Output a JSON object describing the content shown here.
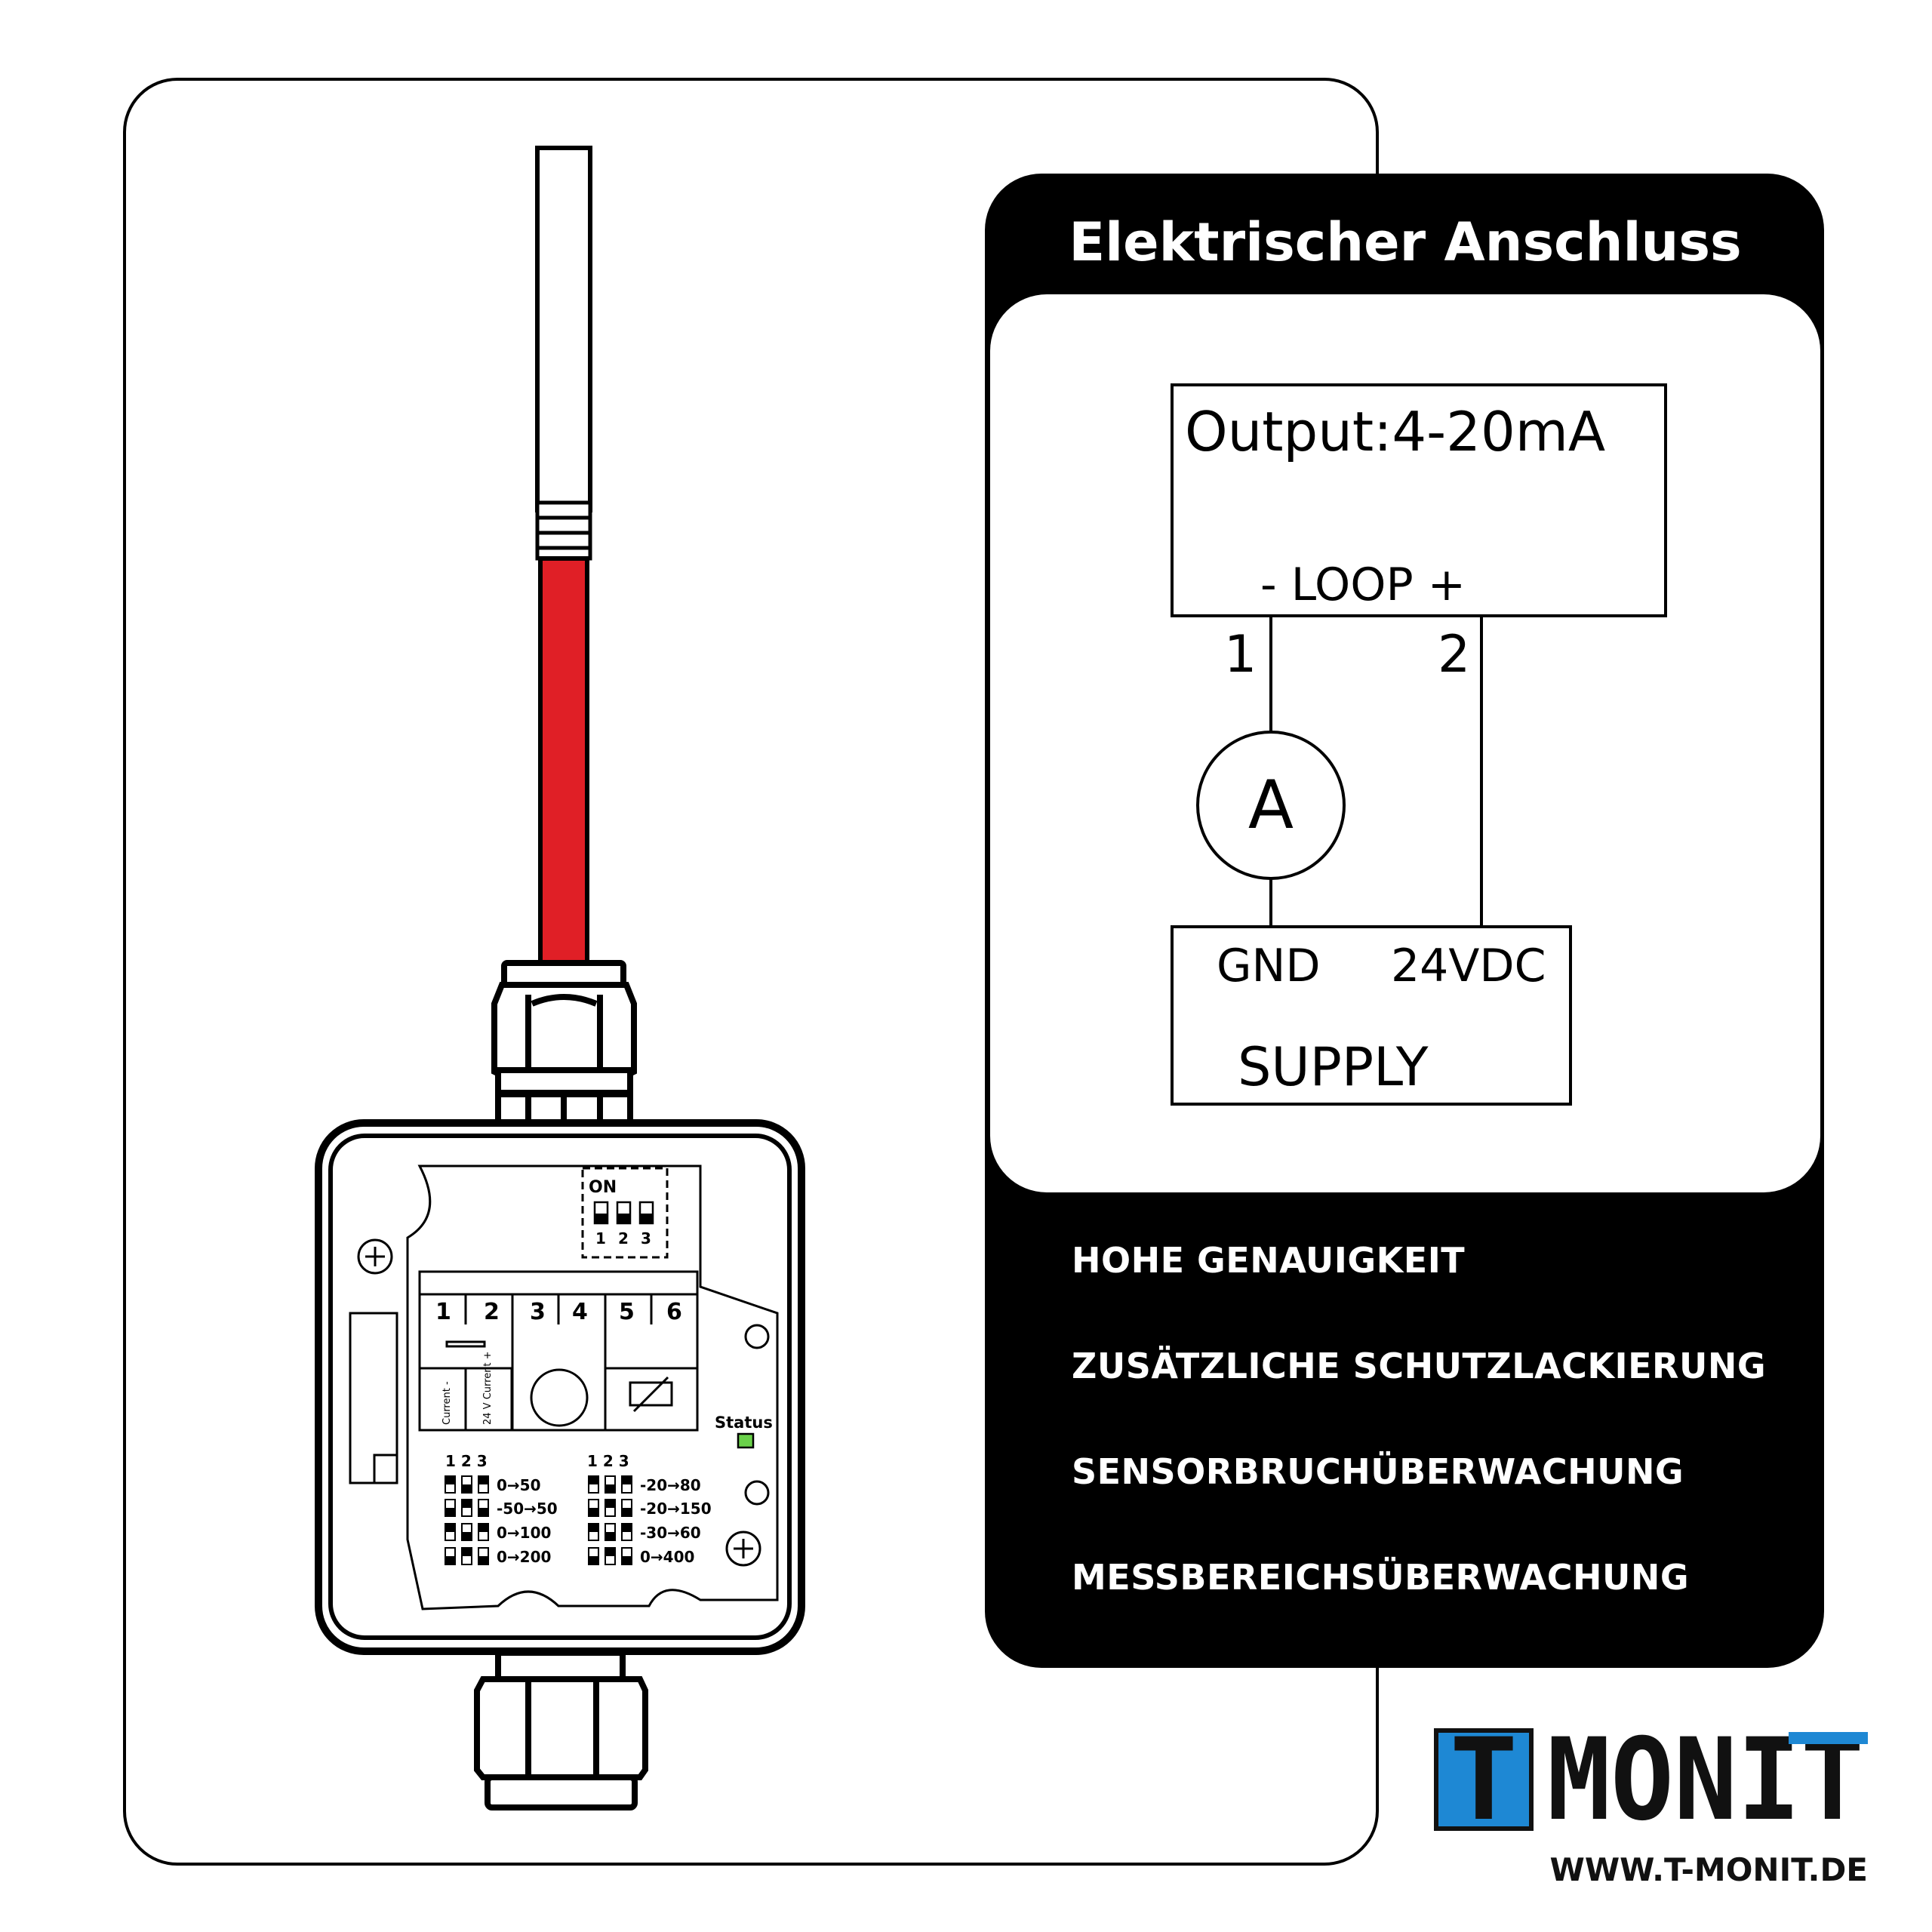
{
  "panel": {
    "title": "Elektrischer Anschluss",
    "features": [
      "HOHE GENAUIGKEIT",
      "ZUSÄTZLICHE SCHUTZLACKIERUNG",
      "SENSORBRUCHÜBERWACHUNG",
      "MESSBEREICHSÜBERWACHUNG"
    ]
  },
  "circuit": {
    "output_label": "Output:4-20mA",
    "loop_label": "- LOOP +",
    "terminal_1": "1",
    "terminal_2": "2",
    "ammeter_symbol": "A",
    "gnd_label": "GND",
    "vdc_label": "24VDC",
    "supply_label": "SUPPLY"
  },
  "device": {
    "dip_on_label": "ON",
    "dip_numbers": [
      "1",
      "2",
      "3"
    ],
    "terminal_numbers": [
      "1",
      "2",
      "3",
      "4",
      "5",
      "6"
    ],
    "current_minus": "Current -",
    "current_plus": "24 V Current +",
    "status_label": "Status",
    "range_header": "1 2 3",
    "ranges_left": [
      "0→50",
      "-50→50",
      "0→100",
      "0→200"
    ],
    "ranges_right": [
      "-20→80",
      "-20→150",
      "-30→60",
      "0→400"
    ]
  },
  "brand": {
    "logo_letter": "T",
    "logo_rest": "MONIT",
    "website": "WWW.T-MONIT.DE",
    "color_blue": "#1e88d4",
    "color_dark": "#111111"
  },
  "colors": {
    "cable_red": "#e01f26",
    "panel_black": "#000000",
    "status_green": "#6ad14a"
  }
}
